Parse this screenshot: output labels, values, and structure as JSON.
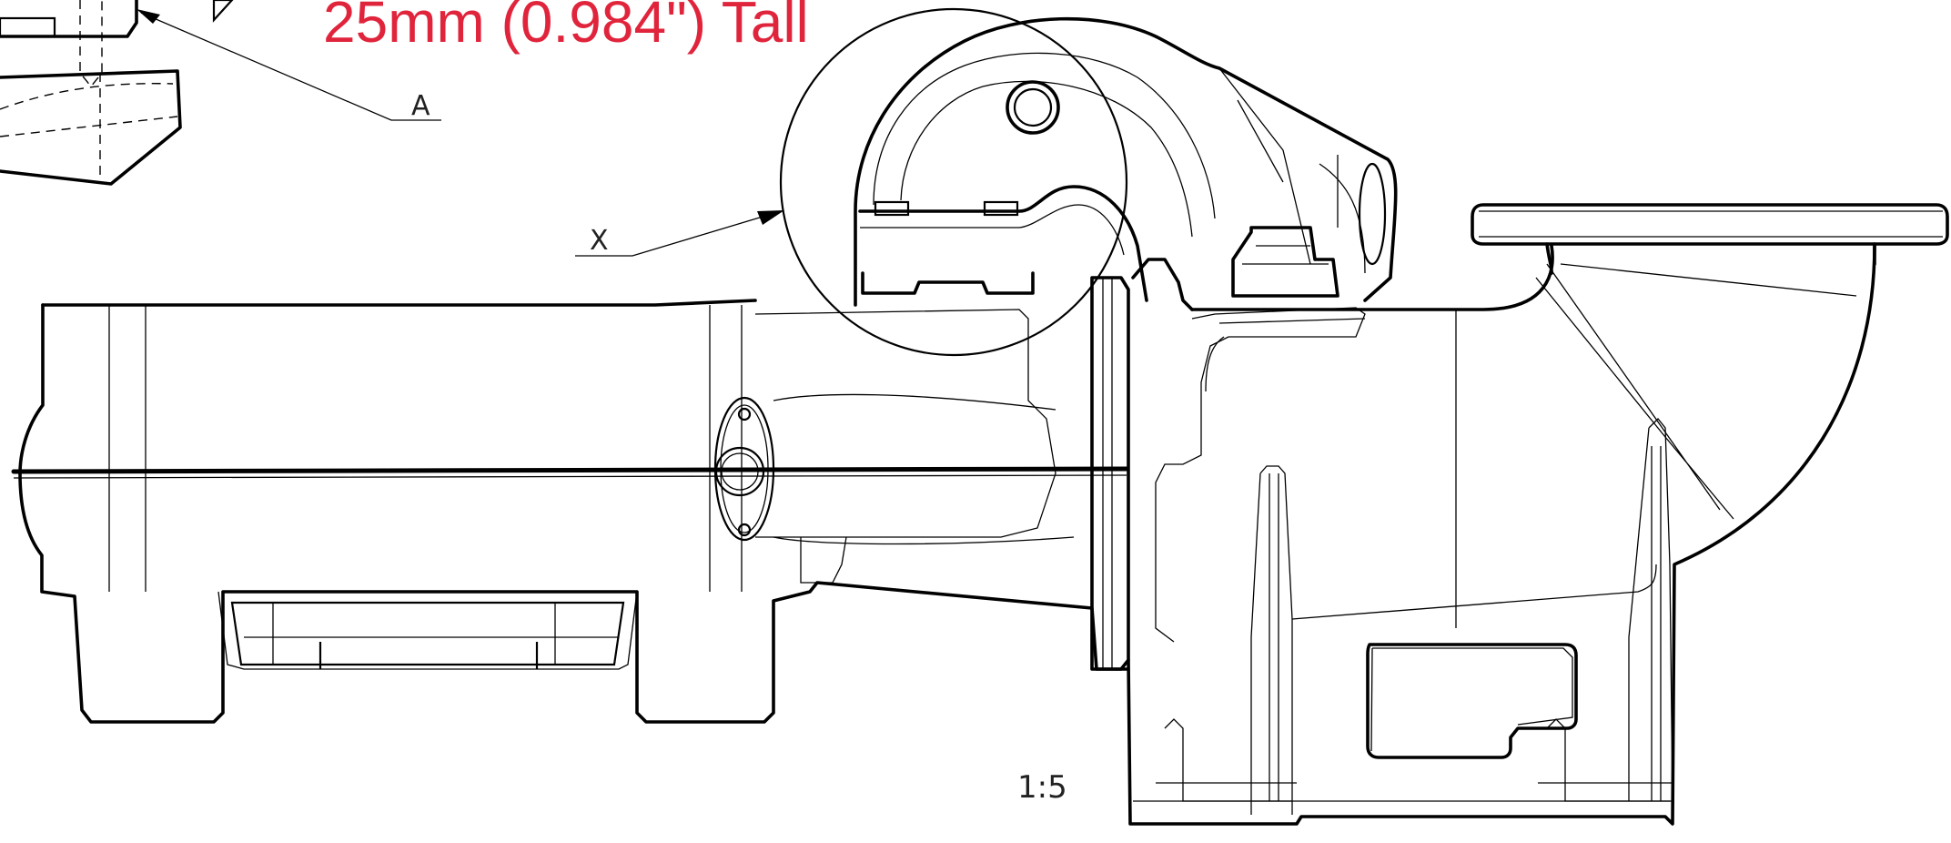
{
  "title": "25mm (0.984\") Tall",
  "title_color": "#e0243c",
  "callouts": [
    {
      "label": "A"
    },
    {
      "label": "X"
    }
  ],
  "scale_label": "1:5"
}
